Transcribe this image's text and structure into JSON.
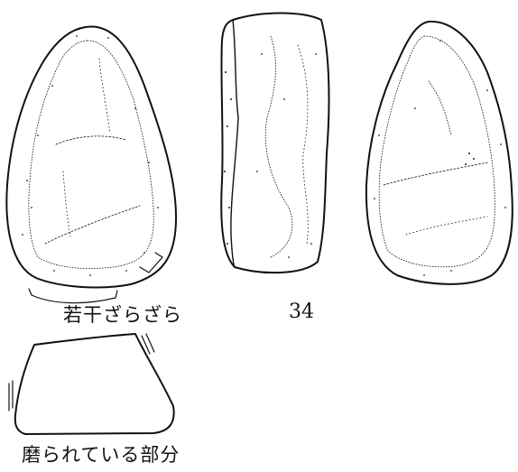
{
  "labels": {
    "rough_note": "若干ざらざら",
    "figure_number": "34",
    "legend_note": "磨られている部分"
  },
  "colors": {
    "line": "#111111",
    "background": "#ffffff"
  }
}
